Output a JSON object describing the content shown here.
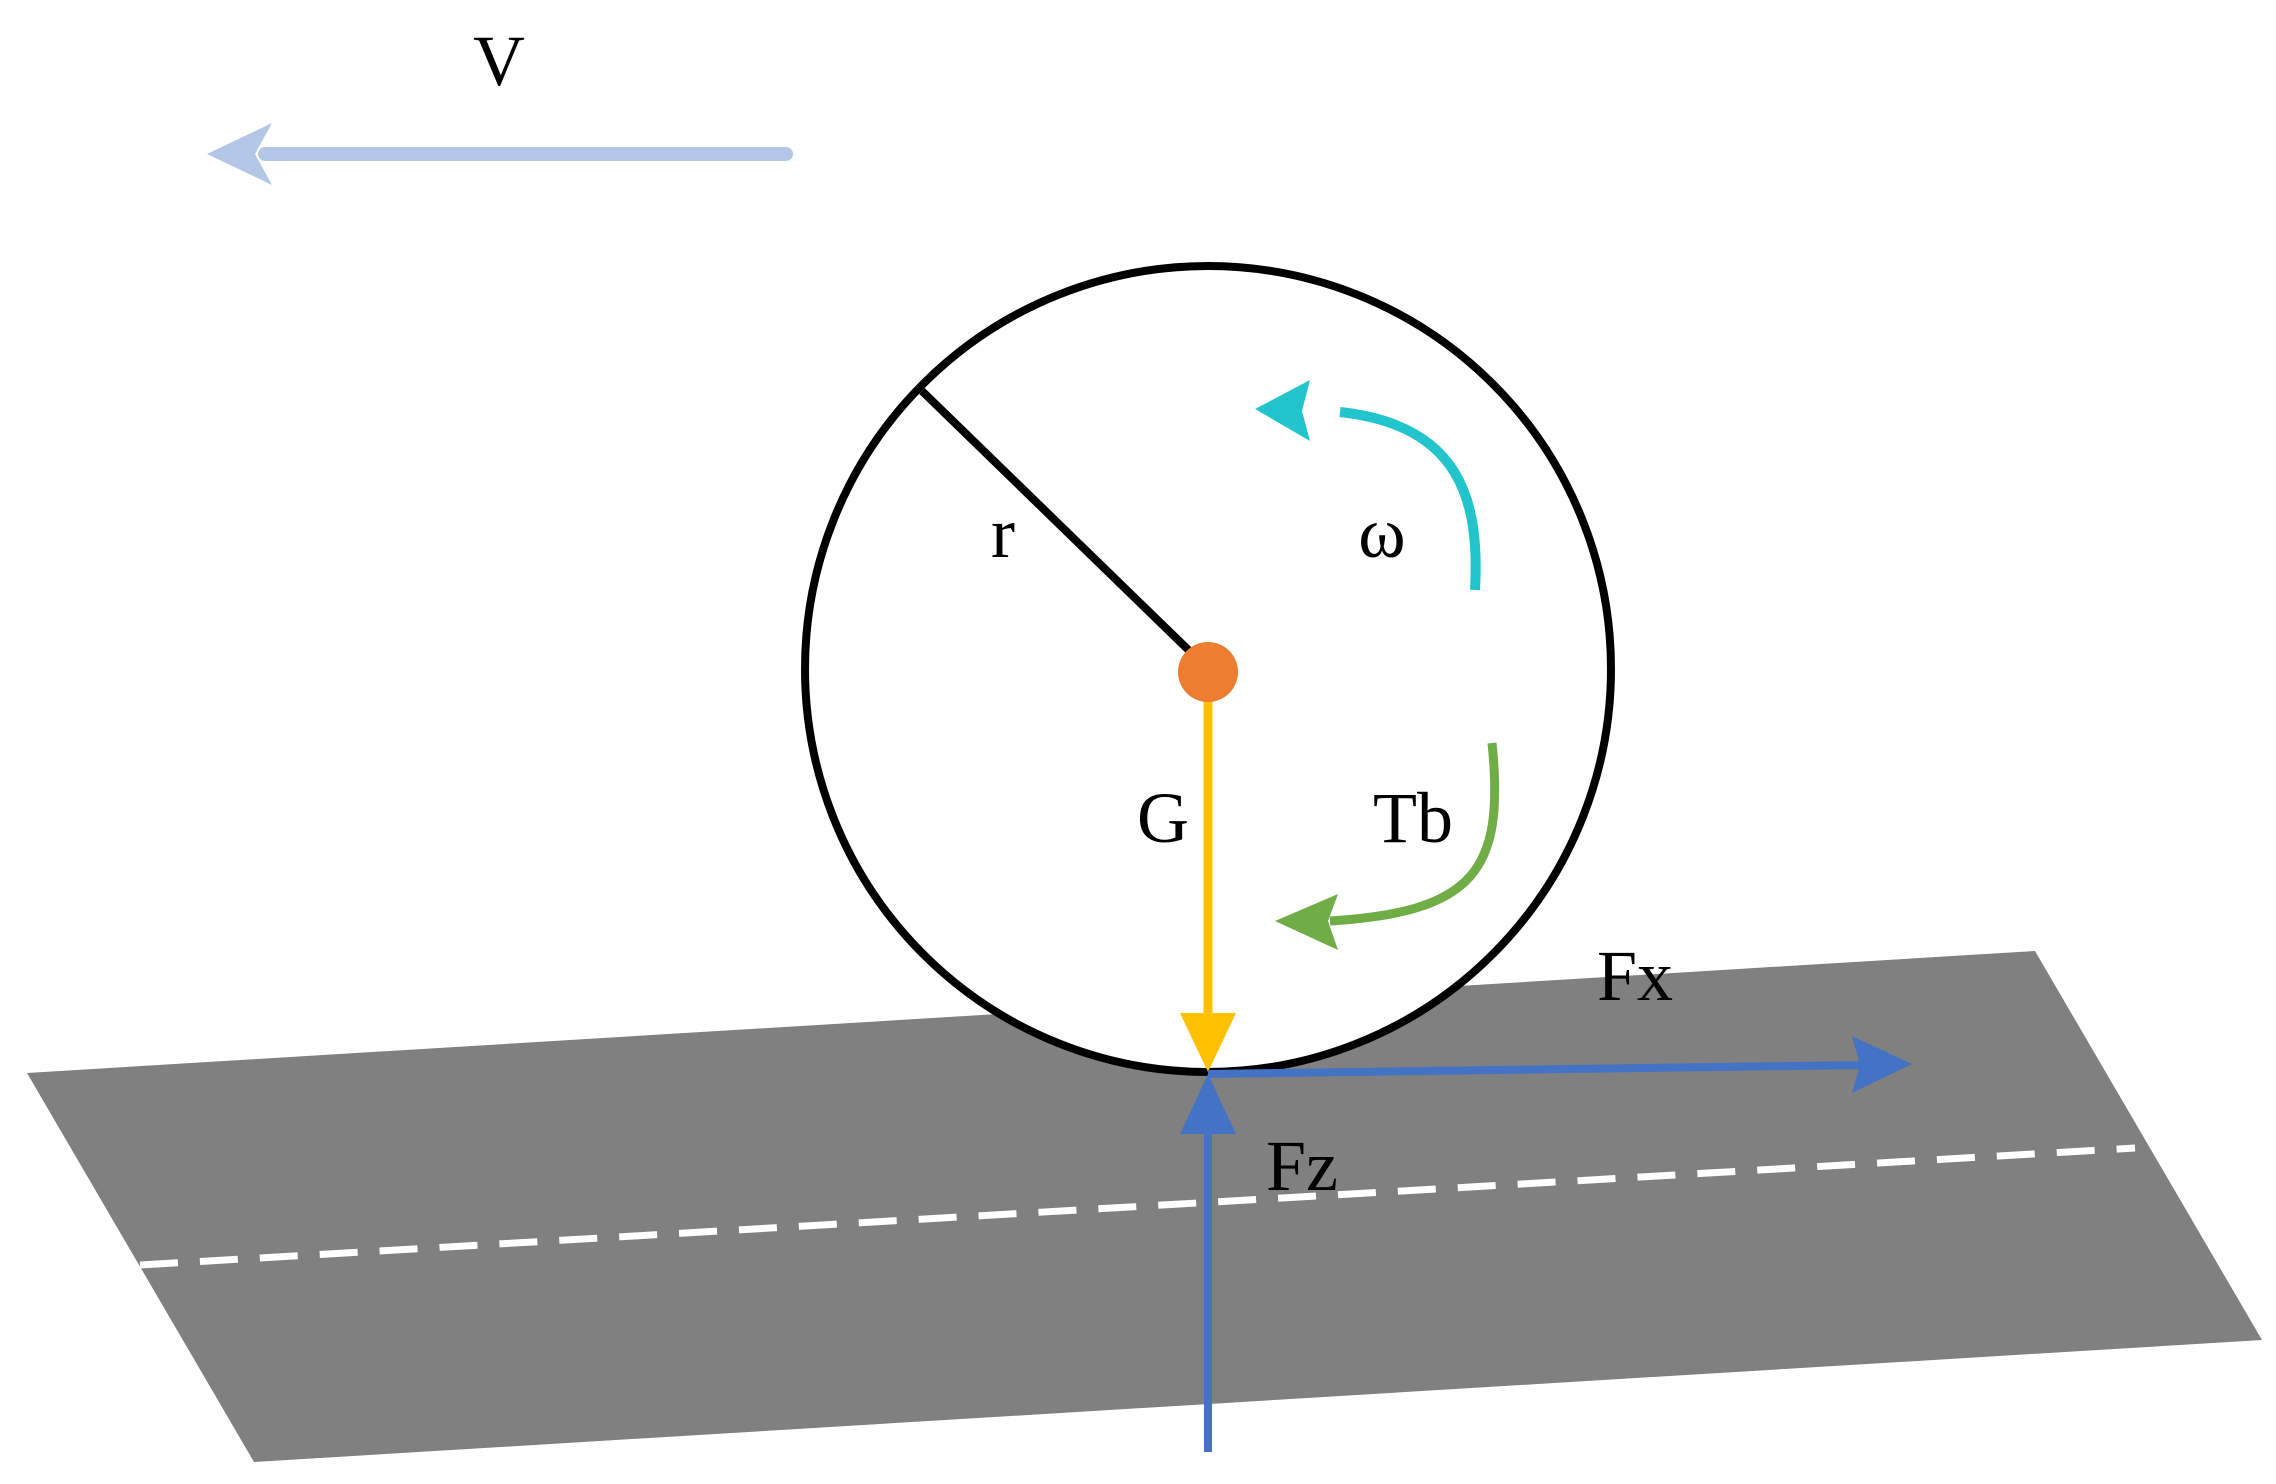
{
  "labels": {
    "velocity": "V",
    "radius": "r",
    "angular_velocity": "ω",
    "gravity": "G",
    "brake_torque": "Tb",
    "longitudinal_force": "Fx",
    "normal_force": "Fz"
  },
  "colors": {
    "background": "#ffffff",
    "road": "#808080",
    "road_centerline": "#ffffff",
    "wheel_outline": "#000000",
    "wheel_center": "#ed7d31",
    "velocity_arrow": "#b4c7e7",
    "angular_velocity_arrow": "#22c5cc",
    "brake_torque_arrow": "#70ad47",
    "gravity_arrow": "#ffc000",
    "force_arrows": "#4472c4"
  }
}
